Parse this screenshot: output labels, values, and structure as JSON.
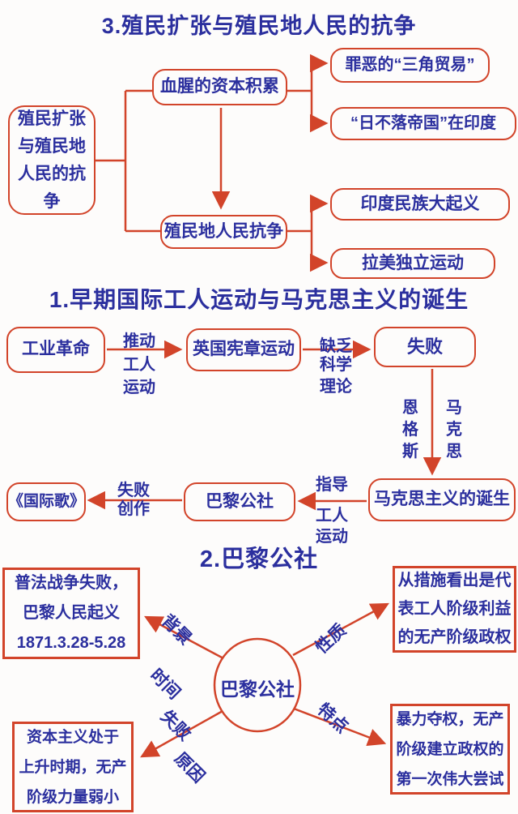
{
  "colors": {
    "accent": "#d2442a",
    "text_blue": "#2b2f9e",
    "background": "#fdfcfb"
  },
  "section_colonial": {
    "title": "3.殖民扩张与殖民地人民的抗争",
    "root": "殖民扩张\n与殖民地\n人民的抗\n争",
    "capital_accumulation": "血腥的资本积累",
    "colonial_resistance": "殖民地人民抗争",
    "triangle_trade": "罪恶的“三角贸易”",
    "sun_never_sets": "“日不落帝国”在印度",
    "indian_revolt": "印度民族大起义",
    "latin_independence": "拉美独立运动"
  },
  "section_workers": {
    "title": "1.早期国际工人运动与马克思主义的诞生",
    "industrial_revolution": "工业革命",
    "label_promote_top": "推动",
    "label_promote_bottom": "工人\n运动",
    "chartist_movement": "英国宪章运动",
    "label_lack_top": "缺乏",
    "label_lack_bottom": "科学\n理论",
    "failure": "失败",
    "engels": "恩\n格\n斯",
    "marx": "马\n克\n思",
    "marxism_birth": "马克思主义的诞生",
    "label_guide_top": "指导",
    "label_guide_bottom": "工人\n运动",
    "paris_commune": "巴黎公社",
    "label_failure_creation": "失败\n创作",
    "internationale": "《国际歌》"
  },
  "section_commune": {
    "title": "2.巴黎公社",
    "center": "巴黎公社",
    "background_box": "普法战争失败，\n巴黎人民起义\n1871.3.28-5.28",
    "nature_box": "从措施看出是代\n表工人阶级利益\n的无产阶级政权",
    "failure_reason_box": "资本主义处于\n上升时期，无产\n阶级力量弱小",
    "feature_box": "暴力夺权，无产\n阶级建立政权的\n第一次伟大尝试",
    "label_background": "背景",
    "label_time": "时间",
    "label_nature": "性质",
    "label_feature": "特点",
    "label_failure": "失败",
    "label_reason": "原因"
  }
}
